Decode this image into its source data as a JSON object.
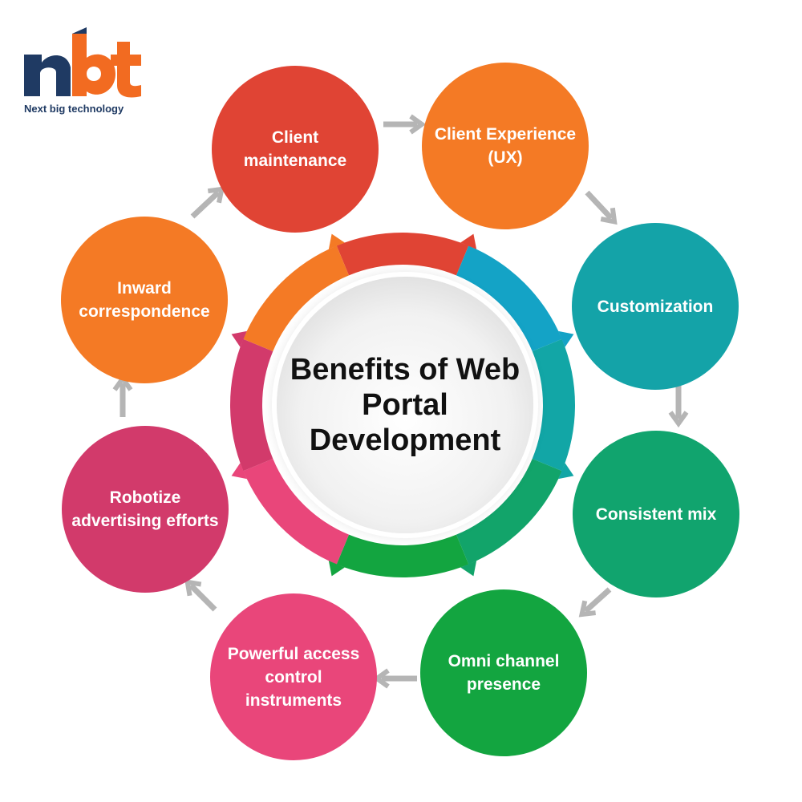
{
  "logo": {
    "mark": "nbt",
    "tagline": "Next big technology"
  },
  "center": {
    "title": "Benefits of Web Portal Development"
  },
  "nodes": [
    {
      "label": "Client maintenance",
      "color": "#e04434"
    },
    {
      "label": "Client Experience (UX)",
      "color": "#f47a25"
    },
    {
      "label": "Customization",
      "color": "#14a3a8"
    },
    {
      "label": "Consistent mix",
      "color": "#11a46e"
    },
    {
      "label": "Omni channel presence",
      "color": "#13a540"
    },
    {
      "label": "Powerful access control instruments",
      "color": "#e9467a"
    },
    {
      "label": "Robotize advertising efforts",
      "color": "#d23a6b"
    },
    {
      "label": "Inward correspondence",
      "color": "#f47a25"
    }
  ],
  "ring_segments": [
    {
      "color": "#e04434"
    },
    {
      "color": "#14a3c6"
    },
    {
      "color": "#12a6a6"
    },
    {
      "color": "#12a46a"
    },
    {
      "color": "#13a540"
    },
    {
      "color": "#e9467a"
    },
    {
      "color": "#d23a6b"
    },
    {
      "color": "#f47a25"
    }
  ],
  "colors": {
    "arrow": "#b5b5b5",
    "logo_blue": "#1f3a63",
    "logo_orange": "#f26b21"
  }
}
